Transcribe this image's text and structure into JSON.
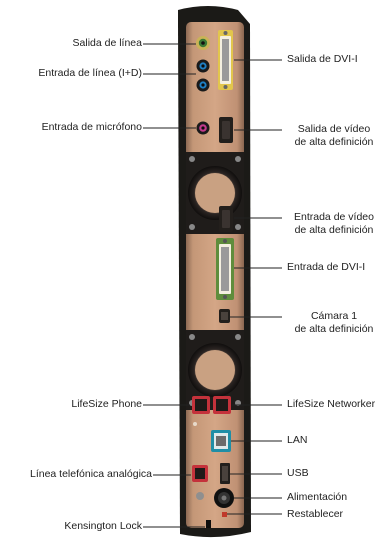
{
  "labels_left": {
    "line_out": "Salida de línea",
    "line_in": "Entrada de línea (I+D)",
    "mic_in": "Entrada de micrófono",
    "phone": "LifeSize Phone",
    "analog_phone": "Línea telefónica analógica",
    "kensington": "Kensington Lock"
  },
  "labels_right": {
    "dvi_out": "Salida de DVI-I",
    "hd_video_out_1": "Salida de vídeo",
    "hd_video_out_2": "de alta definición",
    "hd_video_in_1": "Entrada de vídeo",
    "hd_video_in_2": "de alta definición",
    "dvi_in": "Entrada de DVI-I",
    "camera_1": "Cámara 1",
    "camera_2": "de alta definición",
    "networker": "LifeSize Networker",
    "lan": "LAN",
    "usb": "USB",
    "power": "Alimentación",
    "reset": "Restablecer"
  },
  "colors": {
    "panel_dark": "#1b1a17",
    "panel_face": "#c49777",
    "fan_ring": "#1a1817",
    "port_dark": "#231f1c",
    "dvi_out_accent": "#e2c64c",
    "dvi_in_accent": "#5f8d3c",
    "line_out_jack": "#3a7a35",
    "line_in_jack": "#1e7fc4",
    "mic_jack": "#c23a8c",
    "lan_accent": "#1f8ea6",
    "phone_accent": "#c4323b",
    "reset_accent": "#c0392b"
  }
}
